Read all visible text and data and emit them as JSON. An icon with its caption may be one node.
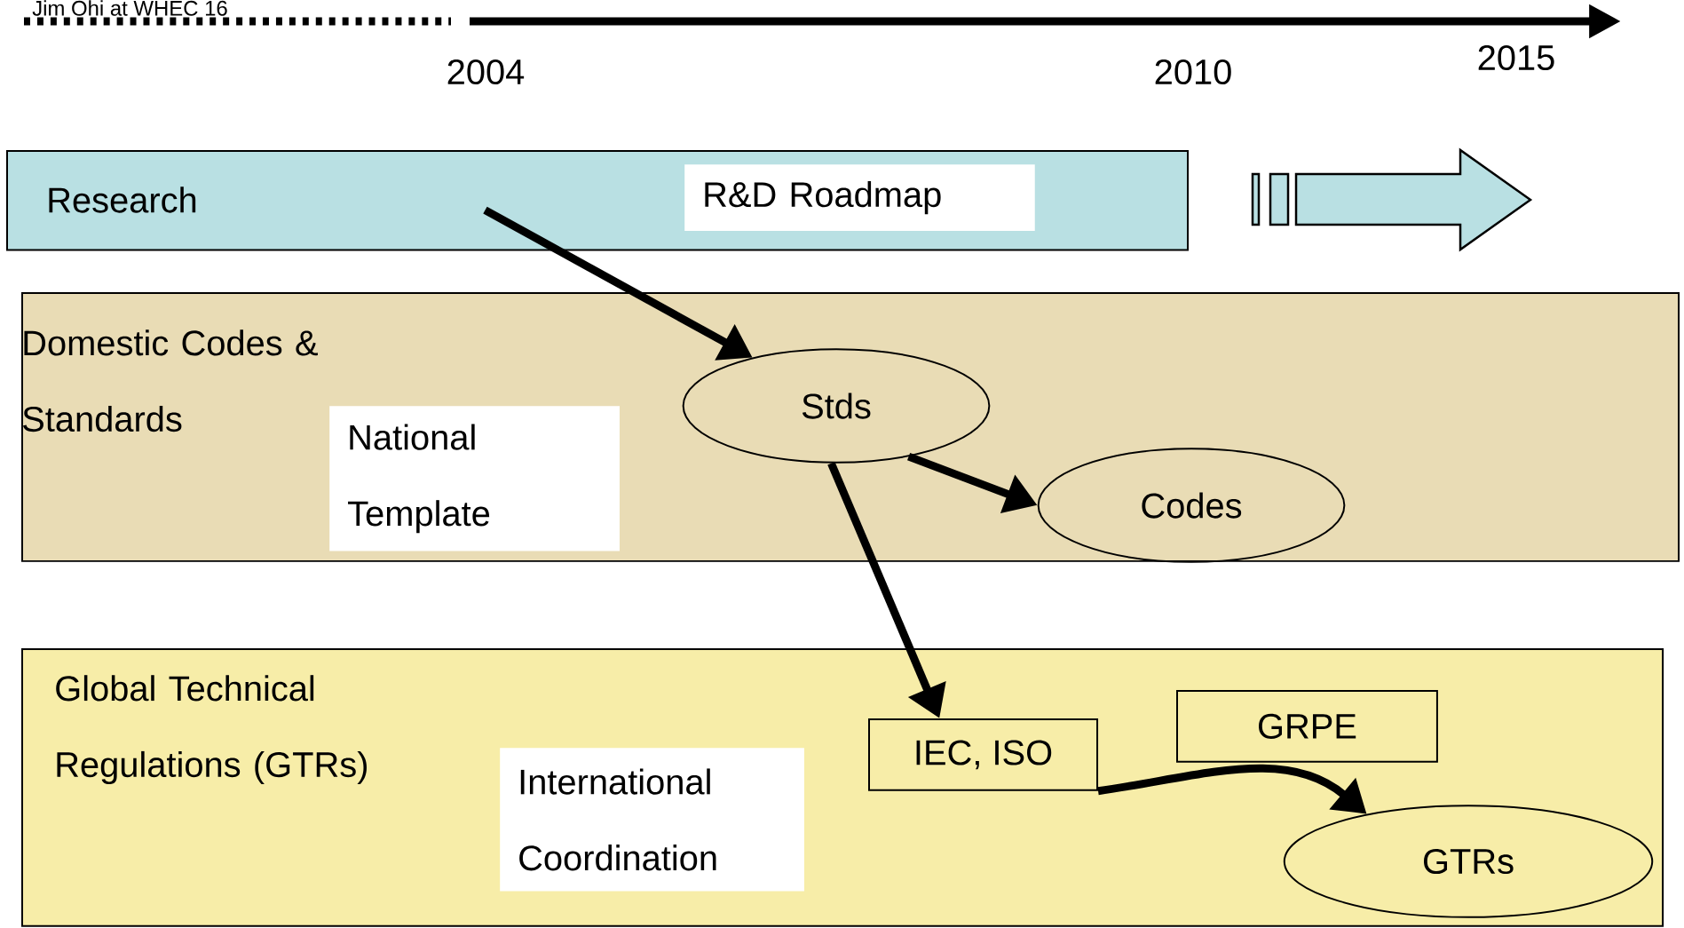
{
  "diagram": {
    "nodes": [
      {
        "text": [
          "Research"
        ]
      },
      {
        "text": [
          "R&D Roadmap"
        ],
        "in": 0
      },
      {
        "text": [
          "Domestic Codes & Standards"
        ]
      },
      {
        "text": [
          "National Template"
        ],
        "in": 2
      },
      {
        "text": [
          "Stds"
        ],
        "in": 2
      },
      {
        "text": [
          "Codes"
        ],
        "in": 2
      },
      {
        "text": [
          "Global Technical Regulations (GTRs)"
        ]
      },
      {
        "text": [
          "International Coordination"
        ],
        "in": 6
      },
      {
        "text": [
          "IEC, ISO"
        ],
        "in": 6
      },
      {
        "text": [
          "GRPE"
        ],
        "in": 6
      },
      {
        "text": [
          "GTRs"
        ],
        "in": 6
      }
    ],
    "edges": [
      {
        "from": 0,
        "to": 4,
        "arrow": "to"
      },
      {
        "from": 4,
        "to": 5,
        "arrow": "to"
      },
      {
        "from": 4,
        "to": 8,
        "arrow": "to"
      },
      {
        "from": 8,
        "to": 10,
        "arrow": "to"
      }
    ],
    "labels": [
      "Jim Ohi at WHEC 16",
      "2004",
      "2010",
      "2015"
    ]
  }
}
